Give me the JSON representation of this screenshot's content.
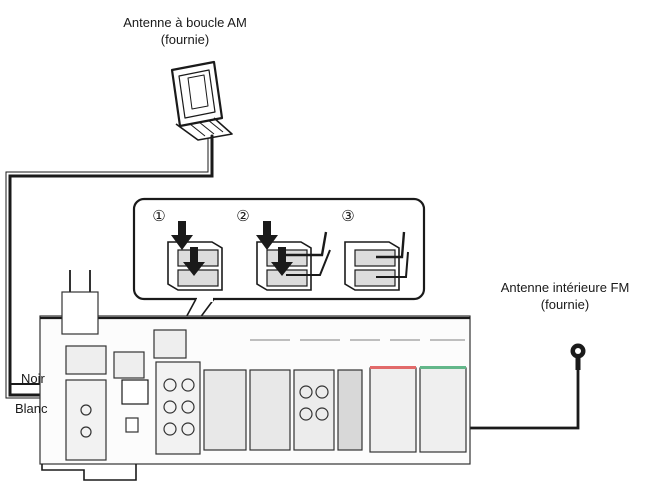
{
  "am_antenna": {
    "line1": "Antenne à boucle AM",
    "line2": "(fournie)"
  },
  "fm_antenna": {
    "line1": "Antenne intérieure FM",
    "line2": "(fournie)"
  },
  "wires": {
    "black": "Noir",
    "white": "Blanc"
  },
  "steps": [
    "①",
    "②",
    "③"
  ],
  "colors": {
    "ink": "#1a1a1a",
    "panel_gray": "#d8d8d8",
    "stripe_red": "#e26a6a",
    "stripe_green": "#63b78a"
  }
}
